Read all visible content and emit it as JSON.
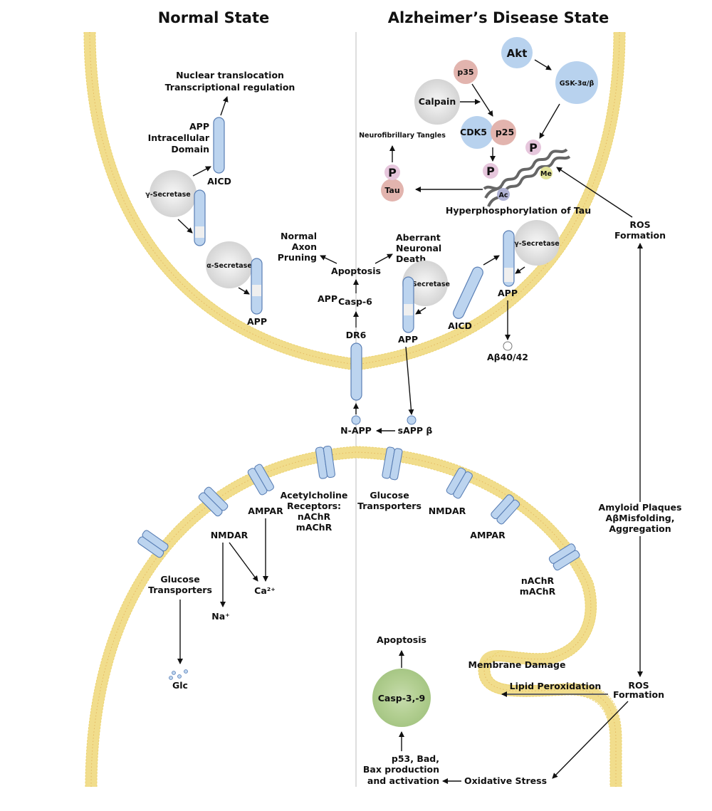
{
  "titles": {
    "normal": "Normal State",
    "alzheimers": "Alzheimer’s Disease State"
  },
  "colors": {
    "membrane": "#f2dc84",
    "membrane_tail": "#e8b85c",
    "protein_blue": "#bcd4ef",
    "protein_outline": "#5a7fb5",
    "secretase_grey": "#d6d6d6",
    "kinase_blue": "#b8d2ee",
    "pink": "#e2b4ae",
    "phospho_pink": "#e6c6dc",
    "me_yellow": "#e3e49a",
    "ac_purple": "#b0b2d4",
    "caspase_green": "#a9c98a",
    "divider": "#c8c8c8"
  },
  "normal": {
    "nuclear": [
      "Nuclear translocation",
      "Transcriptional regulation"
    ],
    "aicd_desc": [
      "APP",
      "Intracellular",
      "Domain"
    ],
    "aicd": "AICD",
    "gamma_secretase": "γ-Secretase",
    "alpha_secretase": "α-Secretase",
    "app": "APP",
    "axon_pruning": [
      "Normal",
      "Axon",
      "Pruning"
    ],
    "glucose_transporters": [
      "Glucose",
      "Transporters"
    ],
    "nmdar": "NMDAR",
    "ampar": "AMPAR",
    "ach_receptors": [
      "Acetylcholine",
      "Receptors:",
      "nAChR",
      "mAChR"
    ],
    "na": "Na⁺",
    "ca": "Ca²⁺",
    "glc": "Glc"
  },
  "center": {
    "apoptosis": "Apoptosis",
    "app_casp6_a": "APP",
    "app_casp6_b": "Casp-6",
    "dr6": "DR6",
    "n_app": "N-APP",
    "sapp_beta": "sAPP β"
  },
  "ad": {
    "akt": "Akt",
    "gsk": "GSK-3α/β",
    "p35": "p35",
    "calpain": "Calpain",
    "cdk5": "CDK5",
    "p25": "p25",
    "phospho": "P",
    "tau": "Tau",
    "me": "Me",
    "ac": "Ac",
    "nft": "Neurofibrillary Tangles",
    "hyperphos": "Hyperphosphorylation of Tau",
    "ros_top": [
      "ROS",
      "Formation"
    ],
    "aberrant": [
      "Aberrant",
      "Neuronal",
      "Death"
    ],
    "beta_secretase": "β-Secretase",
    "gamma_secretase": "γ-Secretase",
    "app_beta": "APP",
    "app_gamma": "APP",
    "aicd": "AICD",
    "abeta": "Aβ40/42",
    "glucose_transporters": [
      "Glucose",
      "Transporters"
    ],
    "nmdar": "NMDAR",
    "ampar": "AMPAR",
    "achr": [
      "nAChR",
      "mAChR"
    ],
    "amyloid": [
      "Amyloid Plaques",
      "AβMisfolding,",
      "Aggregation"
    ],
    "ros_bottom": [
      "ROS",
      "Formation"
    ],
    "membrane_damage": "Membrane Damage",
    "lipid_perox": "Lipid Peroxidation",
    "oxidative_stress": "Oxidative Stress",
    "casp39": "Casp-3,-9",
    "apoptosis": "Apoptosis",
    "p53": [
      "p53, Bad,",
      "Bax production",
      "and activation"
    ]
  }
}
